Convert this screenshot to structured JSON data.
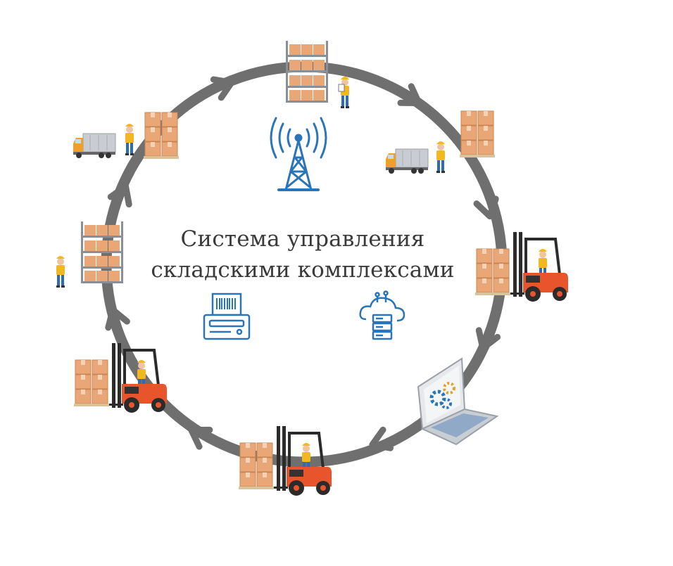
{
  "diagram": {
    "title_line1": "Система управления",
    "title_line2": "складскими комплексами",
    "cycle_stages": [
      {
        "id": "warehouse-rack-top",
        "icon": "warehouse-rack-worker-icon"
      },
      {
        "id": "truck-unloading-right",
        "icon": "truck-unloading-icon"
      },
      {
        "id": "forklift-right",
        "icon": "forklift-icon"
      },
      {
        "id": "laptop-settings",
        "icon": "laptop-gears-icon"
      },
      {
        "id": "forklift-bottom",
        "icon": "forklift-icon"
      },
      {
        "id": "forklift-left",
        "icon": "forklift-icon"
      },
      {
        "id": "warehouse-rack-left",
        "icon": "warehouse-rack-worker-icon"
      },
      {
        "id": "truck-loading-left",
        "icon": "truck-loading-icon"
      }
    ],
    "center_icons": [
      "radio-tower-icon",
      "label-printer-icon",
      "cloud-server-icon"
    ],
    "colors": {
      "ring": "#6f6f6f",
      "accent_blue": "#2a74b8",
      "forklift_orange": "#e8542c",
      "box": "#e9a777",
      "rack": "#8a8f96",
      "worker_shirt": "#f2b81f",
      "worker_pants": "#2f6bb0"
    }
  }
}
